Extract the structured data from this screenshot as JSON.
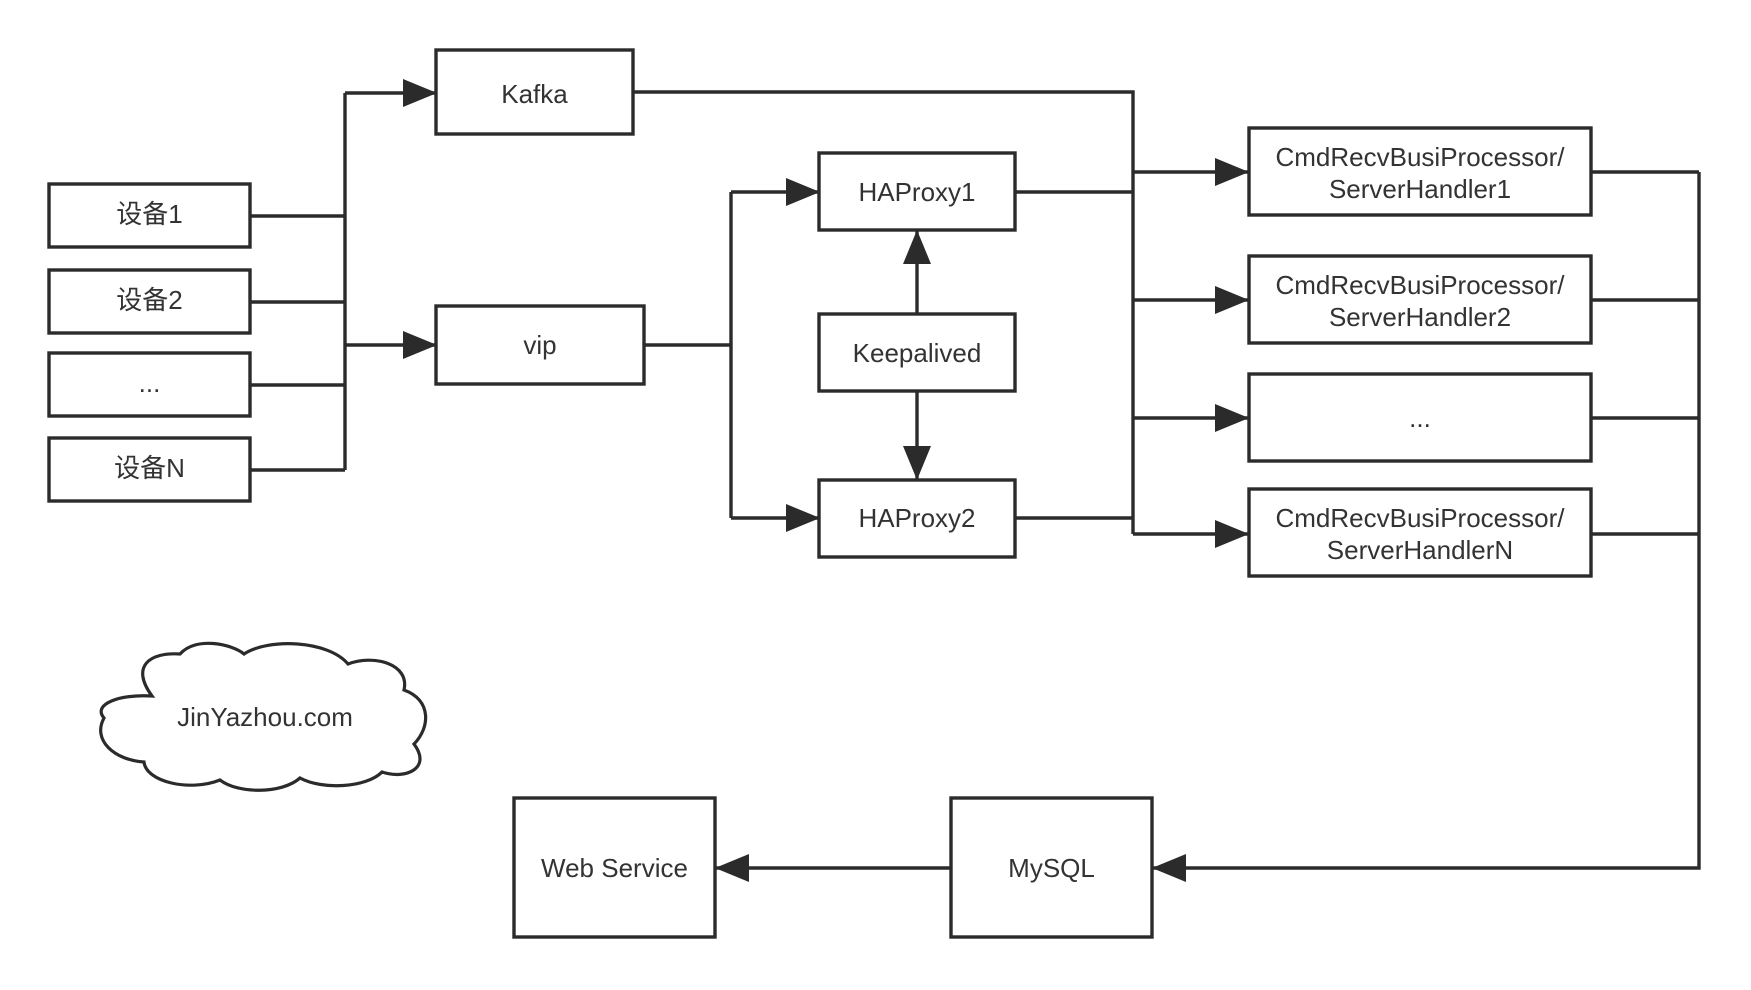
{
  "nodes": {
    "device_1": "设备1",
    "device_2": "设备2",
    "device_more": "...",
    "device_n": "设备N",
    "kafka": "Kafka",
    "vip": "vip",
    "haproxy_1": "HAProxy1",
    "keepalived": "Keepalived",
    "haproxy_2": "HAProxy2",
    "handler_1": [
      "CmdRecvBusiProcessor/",
      "ServerHandler1"
    ],
    "handler_2": [
      "CmdRecvBusiProcessor/",
      "ServerHandler2"
    ],
    "handler_more": "...",
    "handler_n": [
      "CmdRecvBusiProcessor/",
      "ServerHandlerN"
    ],
    "web_service": "Web Service",
    "mysql": "MySQL"
  },
  "watermark": "JinYazhou.com",
  "colors": {
    "stroke": "#2b2b2b",
    "text": "#333333",
    "background": "#ffffff"
  }
}
